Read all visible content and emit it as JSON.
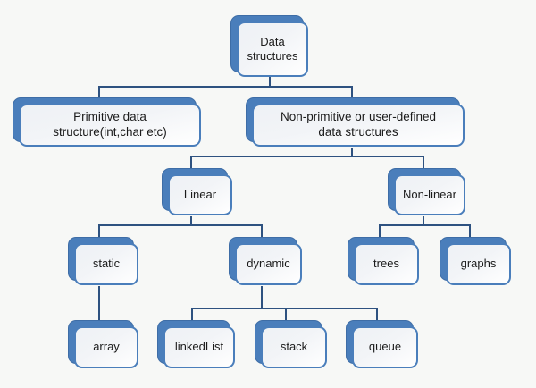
{
  "diagram": {
    "title": "Data structures classification tree",
    "type": "tree",
    "background_color": "#f7f8f6",
    "node_fill_color": "#f2f4f7",
    "node_border_color": "#4a7ebb",
    "node_shadow_color": "#4a7ebb",
    "connector_color": "#2e5280",
    "nodes": [
      {
        "id": "root",
        "label": "Data\nstructures",
        "level": 0
      },
      {
        "id": "primitive",
        "label": "Primitive data\nstructure(int,char etc)",
        "level": 1
      },
      {
        "id": "nonprimitive",
        "label": "Non-primitive or user-defined\ndata structures",
        "level": 1
      },
      {
        "id": "linear",
        "label": "Linear",
        "level": 2
      },
      {
        "id": "nonlinear",
        "label": "Non-linear",
        "level": 2
      },
      {
        "id": "static",
        "label": "static",
        "level": 3
      },
      {
        "id": "dynamic",
        "label": "dynamic",
        "level": 3
      },
      {
        "id": "trees",
        "label": "trees",
        "level": 3
      },
      {
        "id": "graphs",
        "label": "graphs",
        "level": 3
      },
      {
        "id": "array",
        "label": "array",
        "level": 4
      },
      {
        "id": "linkedlist",
        "label": "linkedList",
        "level": 4
      },
      {
        "id": "stack",
        "label": "stack",
        "level": 4
      },
      {
        "id": "queue",
        "label": "queue",
        "level": 4
      }
    ],
    "edges": [
      {
        "from": "root",
        "to": "primitive"
      },
      {
        "from": "root",
        "to": "nonprimitive"
      },
      {
        "from": "nonprimitive",
        "to": "linear"
      },
      {
        "from": "nonprimitive",
        "to": "nonlinear"
      },
      {
        "from": "linear",
        "to": "static"
      },
      {
        "from": "linear",
        "to": "dynamic"
      },
      {
        "from": "nonlinear",
        "to": "trees"
      },
      {
        "from": "nonlinear",
        "to": "graphs"
      },
      {
        "from": "static",
        "to": "array"
      },
      {
        "from": "dynamic",
        "to": "linkedlist"
      },
      {
        "from": "dynamic",
        "to": "stack"
      },
      {
        "from": "dynamic",
        "to": "queue"
      }
    ]
  }
}
